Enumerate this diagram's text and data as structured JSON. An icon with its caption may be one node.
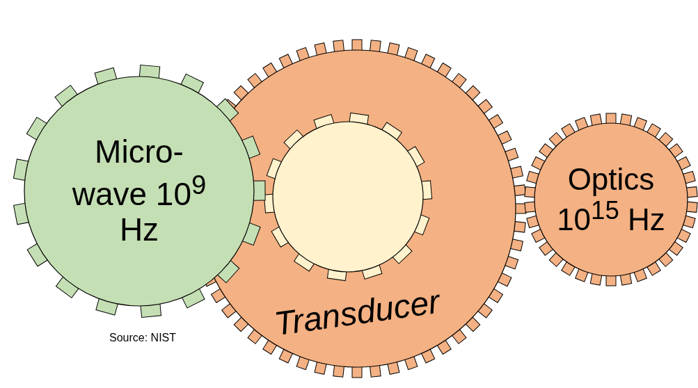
{
  "diagram": {
    "nodes": [
      {
        "text": [
          "Micro- wave 10$^{9}$ Hz"
        ]
      },
      {
        "text": [
          "Transducer"
        ]
      },
      {
        "text": [],
        "shape": "gear",
        "in": 1
      },
      {
        "text": [
          "Optics 10$^{15}$ Hz"
        ]
      }
    ],
    "labels": [
      "Source: NIST"
    ]
  }
}
